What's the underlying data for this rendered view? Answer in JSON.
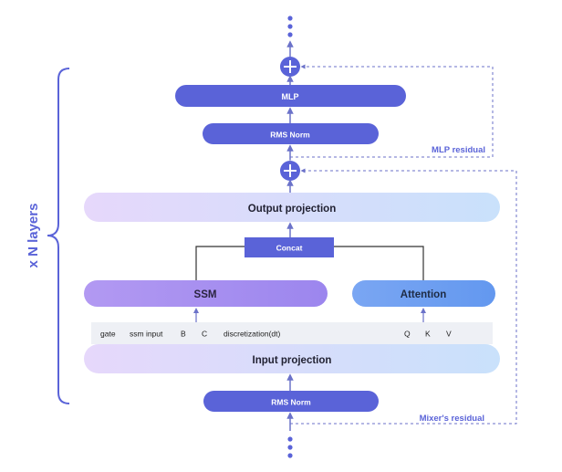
{
  "side_label": "x N layers",
  "blocks": {
    "mlp": "MLP",
    "rms_norm_top": "RMS Norm",
    "output_projection": "Output projection",
    "concat": "Concat",
    "ssm": "SSM",
    "attention": "Attention",
    "input_projection": "Input projection",
    "rms_norm_bottom": "RMS Norm"
  },
  "input_split": {
    "items": [
      "gate",
      "ssm input",
      "B",
      "C",
      "discretization(dt)",
      "Q",
      "K",
      "V"
    ]
  },
  "residuals": {
    "mlp": "MLP residual",
    "mixer": "Mixer's residual"
  },
  "icons": {
    "add_node": "plus-circle-icon",
    "continuation": "vertical-ellipsis-icon",
    "layer_brace": "left-brace-icon"
  },
  "colors": {
    "primary": "#5a63d8",
    "arrow": "#6b72c9",
    "ssm": "#a98df0",
    "attention": "#6ea0f2",
    "projection_start": "#e6d8fb",
    "projection_end": "#c8e0fb",
    "split_bar": "#eef0f5"
  }
}
